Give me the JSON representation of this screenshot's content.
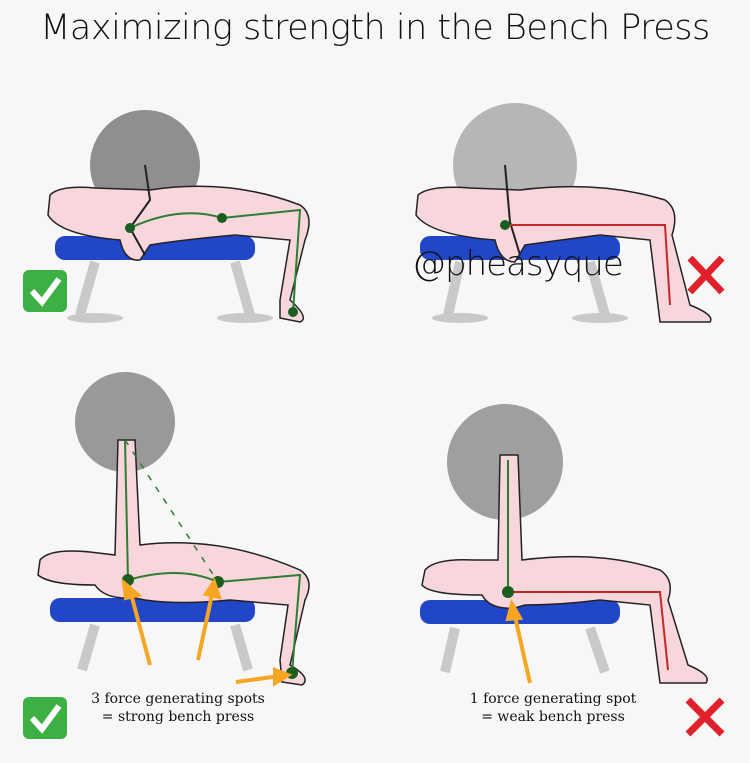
{
  "title": "Maximizing strength in the Bench Press",
  "watermark": "@pheasyque",
  "panels": [
    {
      "id": "top-left",
      "verdict": "correct"
    },
    {
      "id": "top-right",
      "verdict": "incorrect"
    },
    {
      "id": "bottom-left",
      "verdict": "correct",
      "caption_line1": "3 force generating spots",
      "caption_line2": "= strong bench press"
    },
    {
      "id": "bottom-right",
      "verdict": "incorrect",
      "caption_line1": "1 force generating spot",
      "caption_line2": "= weak bench press"
    }
  ],
  "colors": {
    "bench": "#2146c8",
    "skin": "#f7d6dc",
    "plate": "#8a8a8a",
    "check": "#3cb043",
    "cross": "#e0202a",
    "arrow": "#f5a623",
    "line": "#2e7d32"
  }
}
